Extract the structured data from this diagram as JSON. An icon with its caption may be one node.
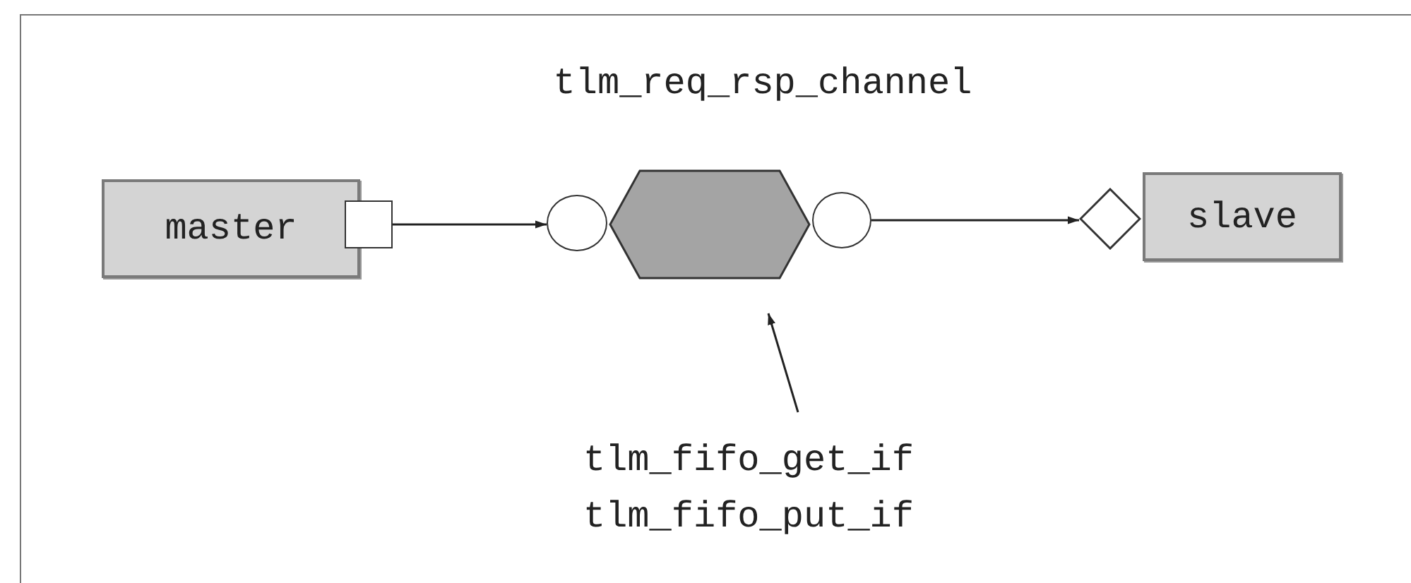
{
  "diagram": {
    "nodes": [
      {
        "text": [
          "master"
        ]
      },
      {
        "text": [],
        "shape": "box"
      },
      {
        "text": [],
        "shape": "circle"
      },
      {
        "text": [],
        "shape": "octagon",
        "beside": [
          "tlm_req_rsp_channel"
        ]
      },
      {
        "text": [],
        "shape": "circle"
      },
      {
        "text": [],
        "shape": "diamond"
      },
      {
        "text": [
          "slave"
        ]
      },
      {
        "text": [
          "tlm_fifo_get_if",
          "tlm_fifo_put_if"
        ]
      }
    ],
    "edges": [
      {
        "from": 1,
        "to": 2,
        "arrow": "to"
      },
      {
        "from": 4,
        "to": 5,
        "arrow": "to"
      },
      {
        "from": 7,
        "to": 3,
        "arrow": "to"
      }
    ]
  }
}
